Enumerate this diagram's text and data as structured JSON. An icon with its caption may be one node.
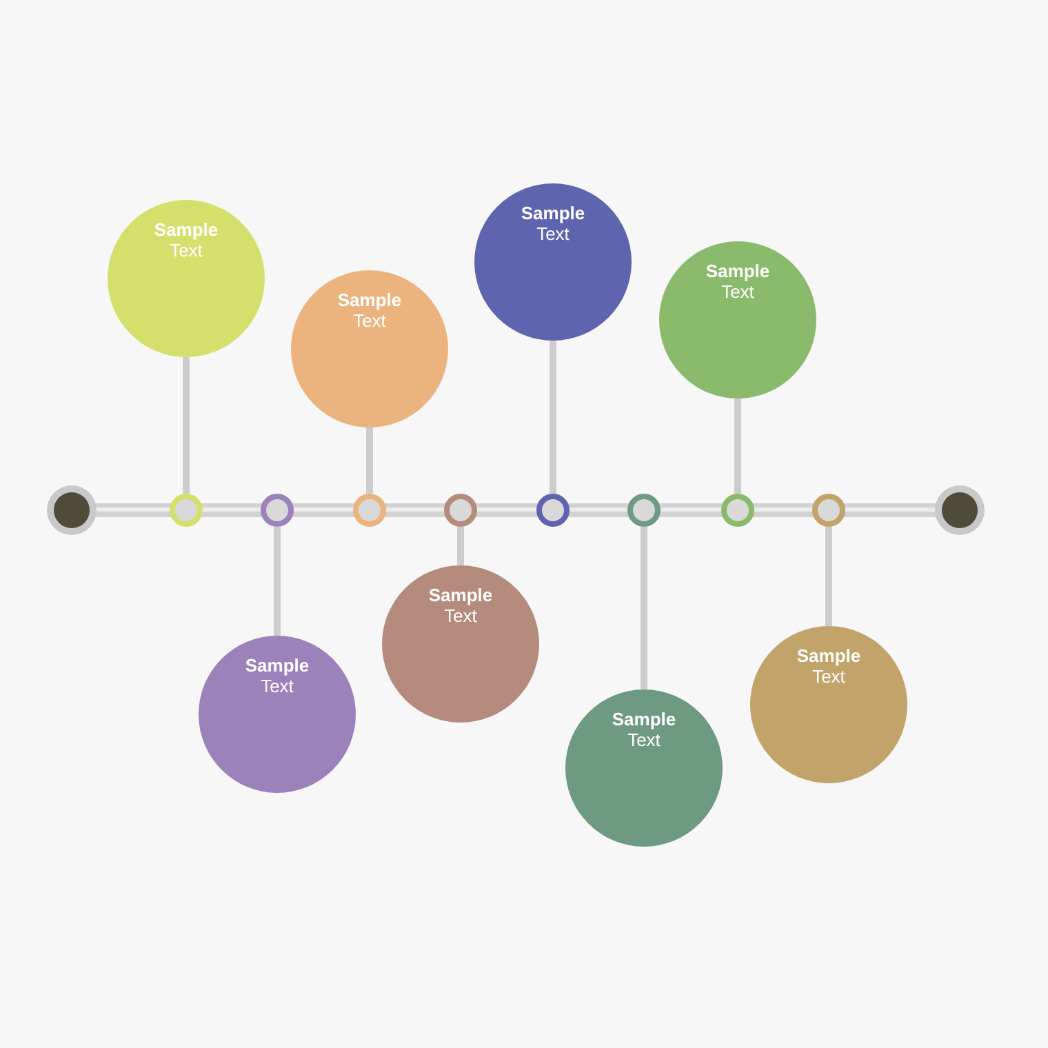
{
  "diagram": {
    "nodes": [
      {
        "text": [
          "Sample",
          "Text"
        ]
      },
      {
        "text": [
          "Sample",
          "Text"
        ]
      },
      {
        "text": [
          "Sample",
          "Text"
        ]
      },
      {
        "text": [
          "Sample",
          "Text"
        ]
      },
      {
        "text": [
          "Sample",
          "Text"
        ]
      },
      {
        "text": [
          "Sample",
          "Text"
        ]
      },
      {
        "text": [
          "Sample",
          "Text"
        ]
      },
      {
        "text": [
          "Sample",
          "Text"
        ]
      },
      {
        "text": [],
        "shape": "circle"
      },
      {
        "text": [],
        "shape": "circle"
      },
      {
        "text": [],
        "shape": "circle"
      },
      {
        "text": [],
        "shape": "circle"
      },
      {
        "text": [],
        "shape": "circle"
      },
      {
        "text": [],
        "shape": "circle"
      },
      {
        "text": [],
        "shape": "circle"
      },
      {
        "text": [],
        "shape": "circle"
      }
    ],
    "edges": [
      {
        "from": 0,
        "to": 8,
        "arrow": "none"
      },
      {
        "from": 1,
        "to": 9,
        "arrow": "none"
      },
      {
        "from": 2,
        "to": 10,
        "arrow": "none"
      },
      {
        "from": 3,
        "to": 11,
        "arrow": "none"
      },
      {
        "from": 4,
        "to": 12,
        "arrow": "none"
      },
      {
        "from": 5,
        "to": 13,
        "arrow": "none"
      },
      {
        "from": 6,
        "to": 14,
        "arrow": "none"
      },
      {
        "from": 7,
        "to": 15,
        "arrow": "none"
      }
    ]
  }
}
